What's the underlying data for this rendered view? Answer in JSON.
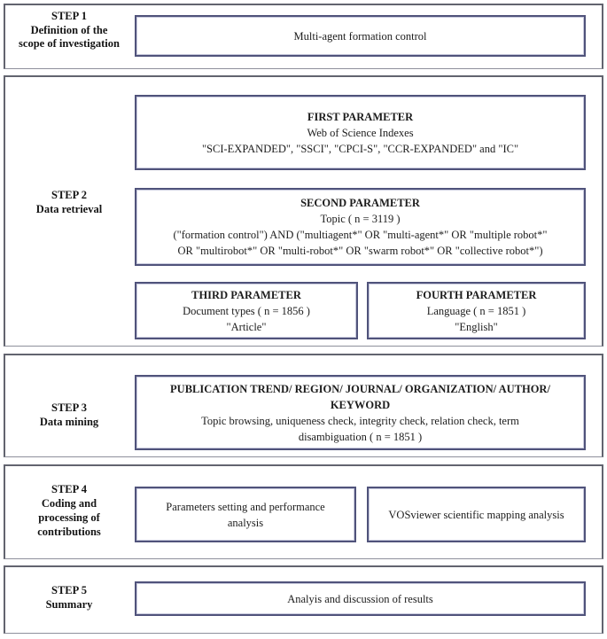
{
  "colors": {
    "section_border": "#62646f",
    "box_border": "#50537b",
    "text": "#1c1c1c",
    "background": "#ffffff"
  },
  "step1": {
    "label_lines": [
      "STEP 1",
      "Definition of the",
      "scope of investigation"
    ],
    "box": "Multi-agent formation control"
  },
  "step2": {
    "label_lines": [
      "STEP 2",
      "Data retrieval"
    ],
    "first_parameter": {
      "title": "FIRST PARAMETER",
      "line1": "Web of Science Indexes",
      "line2": "\"SCI-EXPANDED\", \"SSCI\", \"CPCI-S\", \"CCR-EXPANDED\" and \"IC\""
    },
    "second_parameter": {
      "title": "SECOND PARAMETER",
      "line1": "Topic ( n = 3119 )",
      "line2": "(\"formation control\") AND (\"multiagent*\" OR \"multi-agent*\" OR \"multiple robot*\"",
      "line3": "OR \"multirobot*\" OR \"multi-robot*\" OR \"swarm robot*\" OR \"collective robot*\")"
    },
    "third_parameter": {
      "title": "THIRD PARAMETER",
      "line1": "Document types ( n = 1856 )",
      "line2": "\"Article\""
    },
    "fourth_parameter": {
      "title": "FOURTH PARAMETER",
      "line1": "Language ( n = 1851 )",
      "line2": "\"English\""
    }
  },
  "step3": {
    "label_lines": [
      "STEP 3",
      "Data mining"
    ],
    "box": {
      "title_line1": "PUBLICATION TREND/ REGION/ JOURNAL/ ORGANIZATION/ AUTHOR/",
      "title_line2": "KEYWORD",
      "line1": "Topic browsing, uniqueness check, integrity check, relation check, term",
      "line2": "disambiguation ( n = 1851 )"
    }
  },
  "step4": {
    "label_lines": [
      "STEP 4",
      "Coding and",
      "processing of",
      "contributions"
    ],
    "box_left": "Parameters setting and performance analysis",
    "box_right": "VOSviewer scientific mapping analysis"
  },
  "step5": {
    "label_lines": [
      "STEP 5",
      "Summary"
    ],
    "box": "Analyis and discussion of results"
  }
}
